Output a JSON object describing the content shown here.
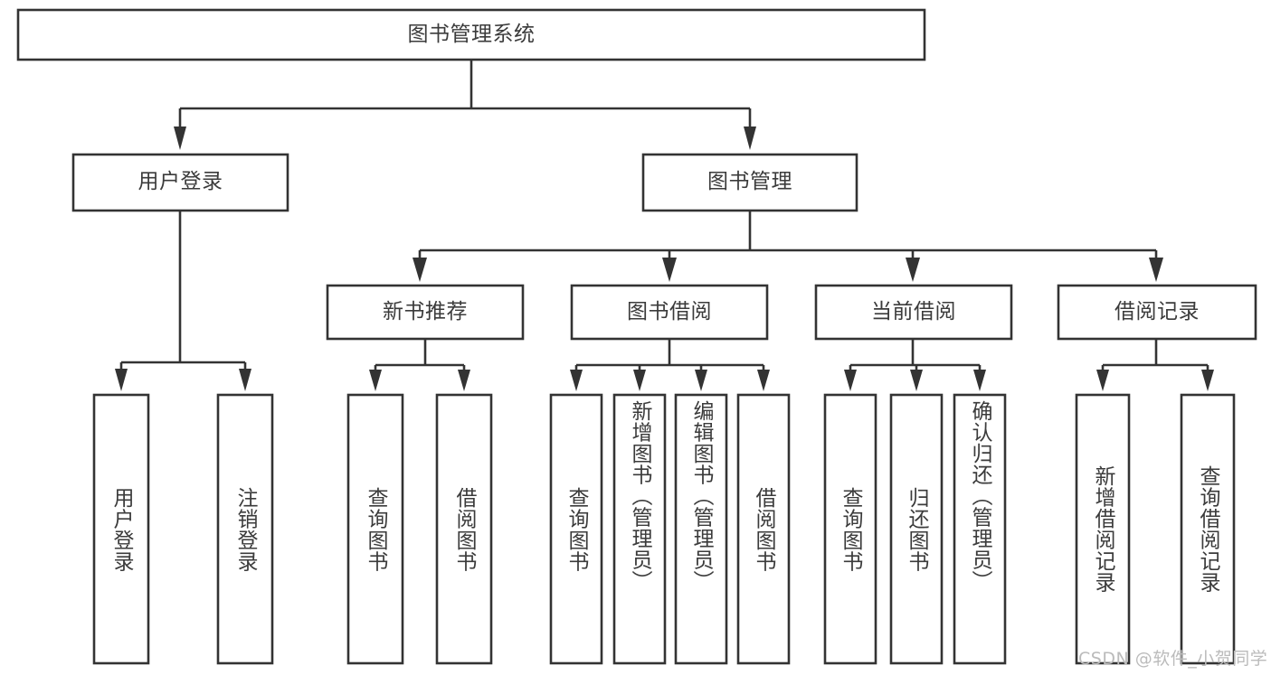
{
  "diagram": {
    "title": "图书管理系统",
    "type": "tree-hierarchy-diagram",
    "colors": {
      "stroke": "#333333",
      "fill": "#ffffff",
      "text": "#3b3b3b",
      "watermark": "#bbbbbb",
      "background": "#ffffff"
    },
    "root": {
      "label": "图书管理系统"
    },
    "level2": [
      {
        "label": "用户登录"
      },
      {
        "label": "图书管理"
      }
    ],
    "level3": [
      {
        "label": "新书推荐"
      },
      {
        "label": "图书借阅"
      },
      {
        "label": "当前借阅"
      },
      {
        "label": "借阅记录"
      }
    ],
    "leaves": {
      "user_login": [
        {
          "label": "用户登录"
        },
        {
          "label": "注销登录"
        }
      ],
      "new_book_recommend": [
        {
          "label": "查询图书"
        },
        {
          "label": "借阅图书"
        }
      ],
      "book_borrow": [
        {
          "label": "查询图书"
        },
        {
          "label": "新增图书（管理员）"
        },
        {
          "label": "编辑图书（管理员）"
        },
        {
          "label": "借阅图书"
        }
      ],
      "current_borrow": [
        {
          "label": "查询图书"
        },
        {
          "label": "归还图书"
        },
        {
          "label": "确认归还（管理员）"
        }
      ],
      "borrow_record": [
        {
          "label": "新增借阅记录"
        },
        {
          "label": "查询借阅记录"
        }
      ]
    }
  },
  "watermark": {
    "text": "CSDN @软件_小贺同学"
  }
}
